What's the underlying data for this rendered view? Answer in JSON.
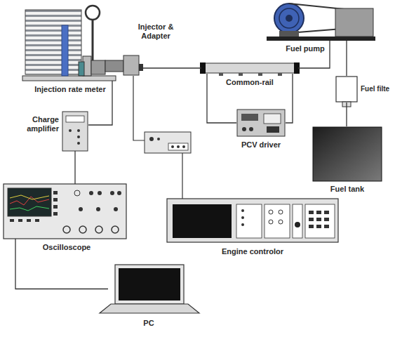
{
  "diagram": {
    "nodes": [
      {
        "text": [
          "Injection rate meter"
        ]
      },
      {
        "text": [
          "Injector & Adapter"
        ]
      },
      {
        "text": [
          "Fuel pump"
        ]
      },
      {
        "text": [
          "Common-rail"
        ]
      },
      {
        "text": [
          "Fuel filte"
        ]
      },
      {
        "text": [
          "Charge amplifier"
        ]
      },
      {
        "text": [
          "PCV driver"
        ]
      },
      {
        "text": [
          "Fuel tank"
        ]
      },
      {
        "text": [
          "Oscilloscope"
        ]
      },
      {
        "text": [
          "Engine controlor"
        ]
      },
      {
        "text": [
          "PC"
        ]
      }
    ],
    "edges": [
      {
        "from": 1,
        "to": 3,
        "arrow": "none"
      },
      {
        "from": 3,
        "to": 2,
        "arrow": "none"
      },
      {
        "from": 2,
        "to": 4,
        "arrow": "none"
      },
      {
        "from": 4,
        "to": 7,
        "arrow": "none"
      },
      {
        "from": 3,
        "to": 6,
        "arrow": "none"
      },
      {
        "from": 0,
        "to": 5,
        "arrow": "none"
      },
      {
        "from": 5,
        "to": 8,
        "arrow": "none"
      },
      {
        "from": 8,
        "to": 10,
        "arrow": "none"
      }
    ]
  }
}
